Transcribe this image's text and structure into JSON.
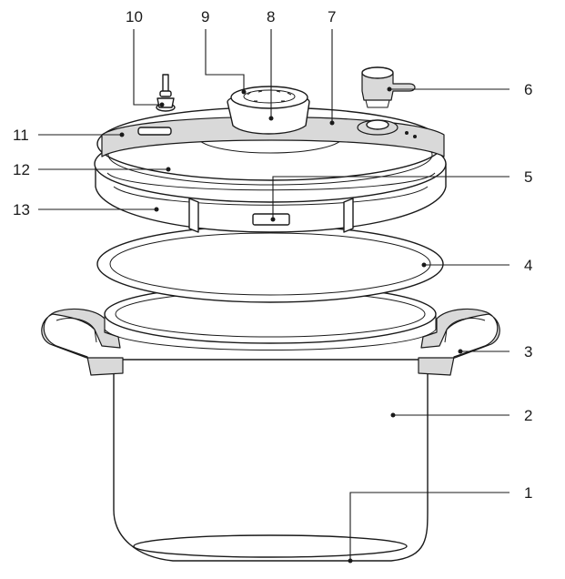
{
  "callouts": {
    "c1": "1",
    "c2": "2",
    "c3": "3",
    "c4": "4",
    "c5": "5",
    "c6": "6",
    "c7": "7",
    "c8": "8",
    "c9": "9",
    "c10": "10",
    "c11": "11",
    "c12": "12",
    "c13": "13"
  },
  "colors": {
    "line": "#1a1a1a",
    "part_fill": "#ffffff",
    "handle_fill": "#d9d9d9"
  }
}
